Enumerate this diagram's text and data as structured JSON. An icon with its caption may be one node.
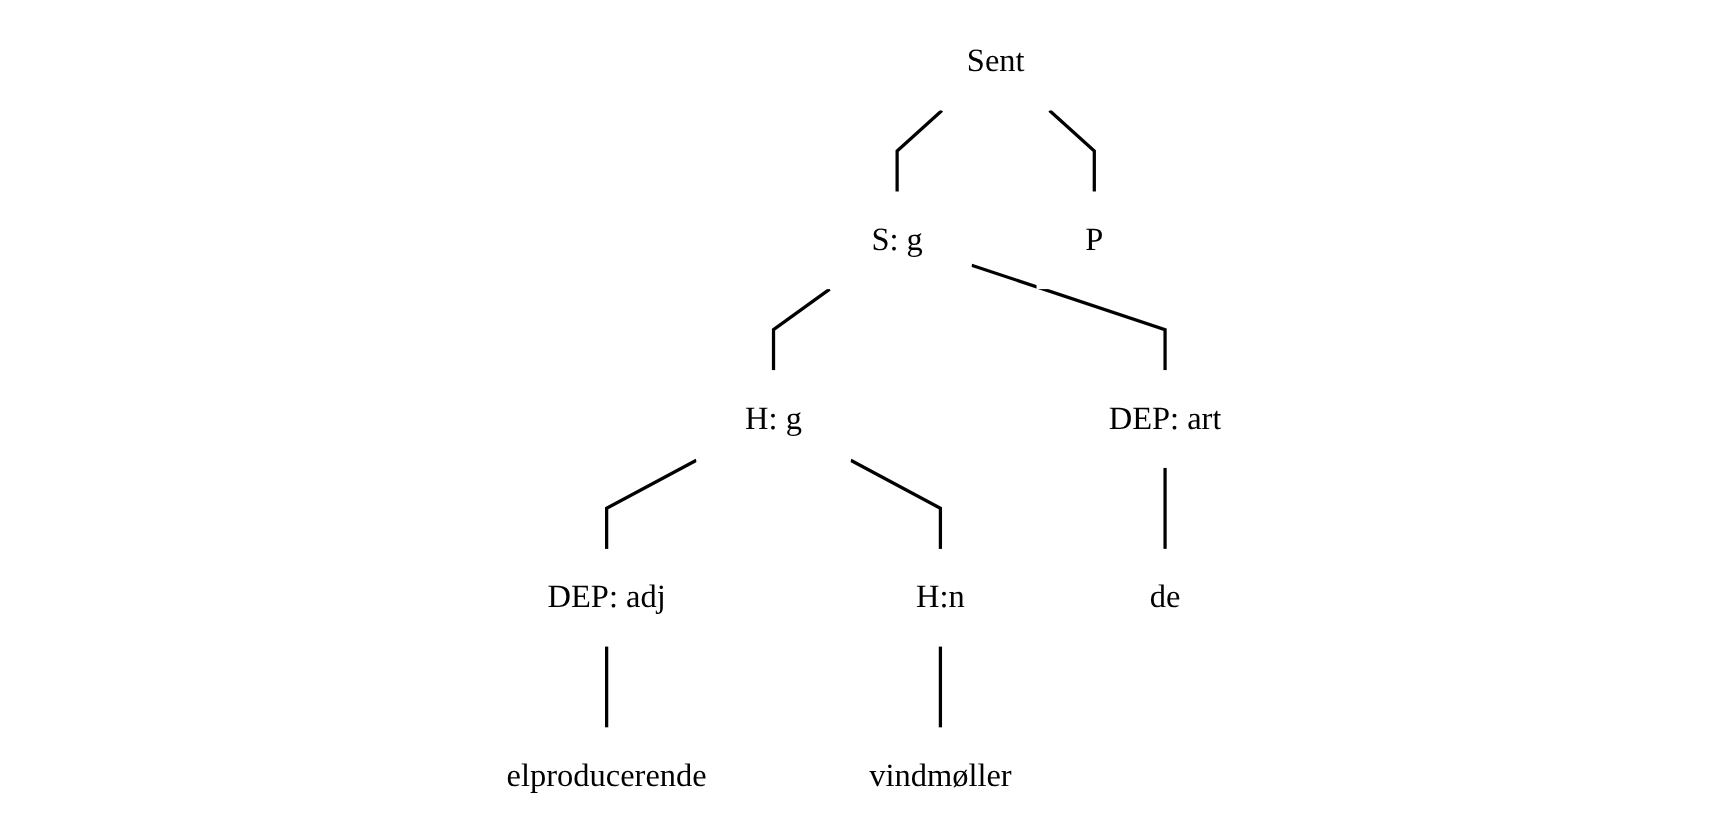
{
  "diagram": {
    "nodes": [
      {
        "text": [
          "Sent"
        ]
      },
      {
        "text": [
          "S: g"
        ]
      },
      {
        "text": [
          "P"
        ]
      },
      {
        "text": [
          "DEP: art"
        ]
      },
      {
        "text": [
          "H: g"
        ]
      },
      {
        "text": [
          "DEP: adj"
        ]
      },
      {
        "text": [
          "H:n"
        ]
      },
      {
        "text": [
          "de"
        ]
      },
      {
        "text": [
          "elproducerende"
        ]
      },
      {
        "text": [
          "vindmøller"
        ]
      }
    ],
    "edges": [
      {
        "from": 0,
        "to": 1,
        "arrow": "none"
      },
      {
        "from": 0,
        "to": 2,
        "arrow": "none"
      },
      {
        "from": 1,
        "to": 3,
        "arrow": "none"
      },
      {
        "from": 1,
        "to": 4,
        "arrow": "none"
      },
      {
        "from": 3,
        "to": 7,
        "arrow": "none"
      },
      {
        "from": 4,
        "to": 5,
        "arrow": "none"
      },
      {
        "from": 4,
        "to": 6,
        "arrow": "none"
      },
      {
        "from": 5,
        "to": 8,
        "arrow": "none"
      },
      {
        "from": 6,
        "to": 9,
        "arrow": "none"
      }
    ]
  }
}
